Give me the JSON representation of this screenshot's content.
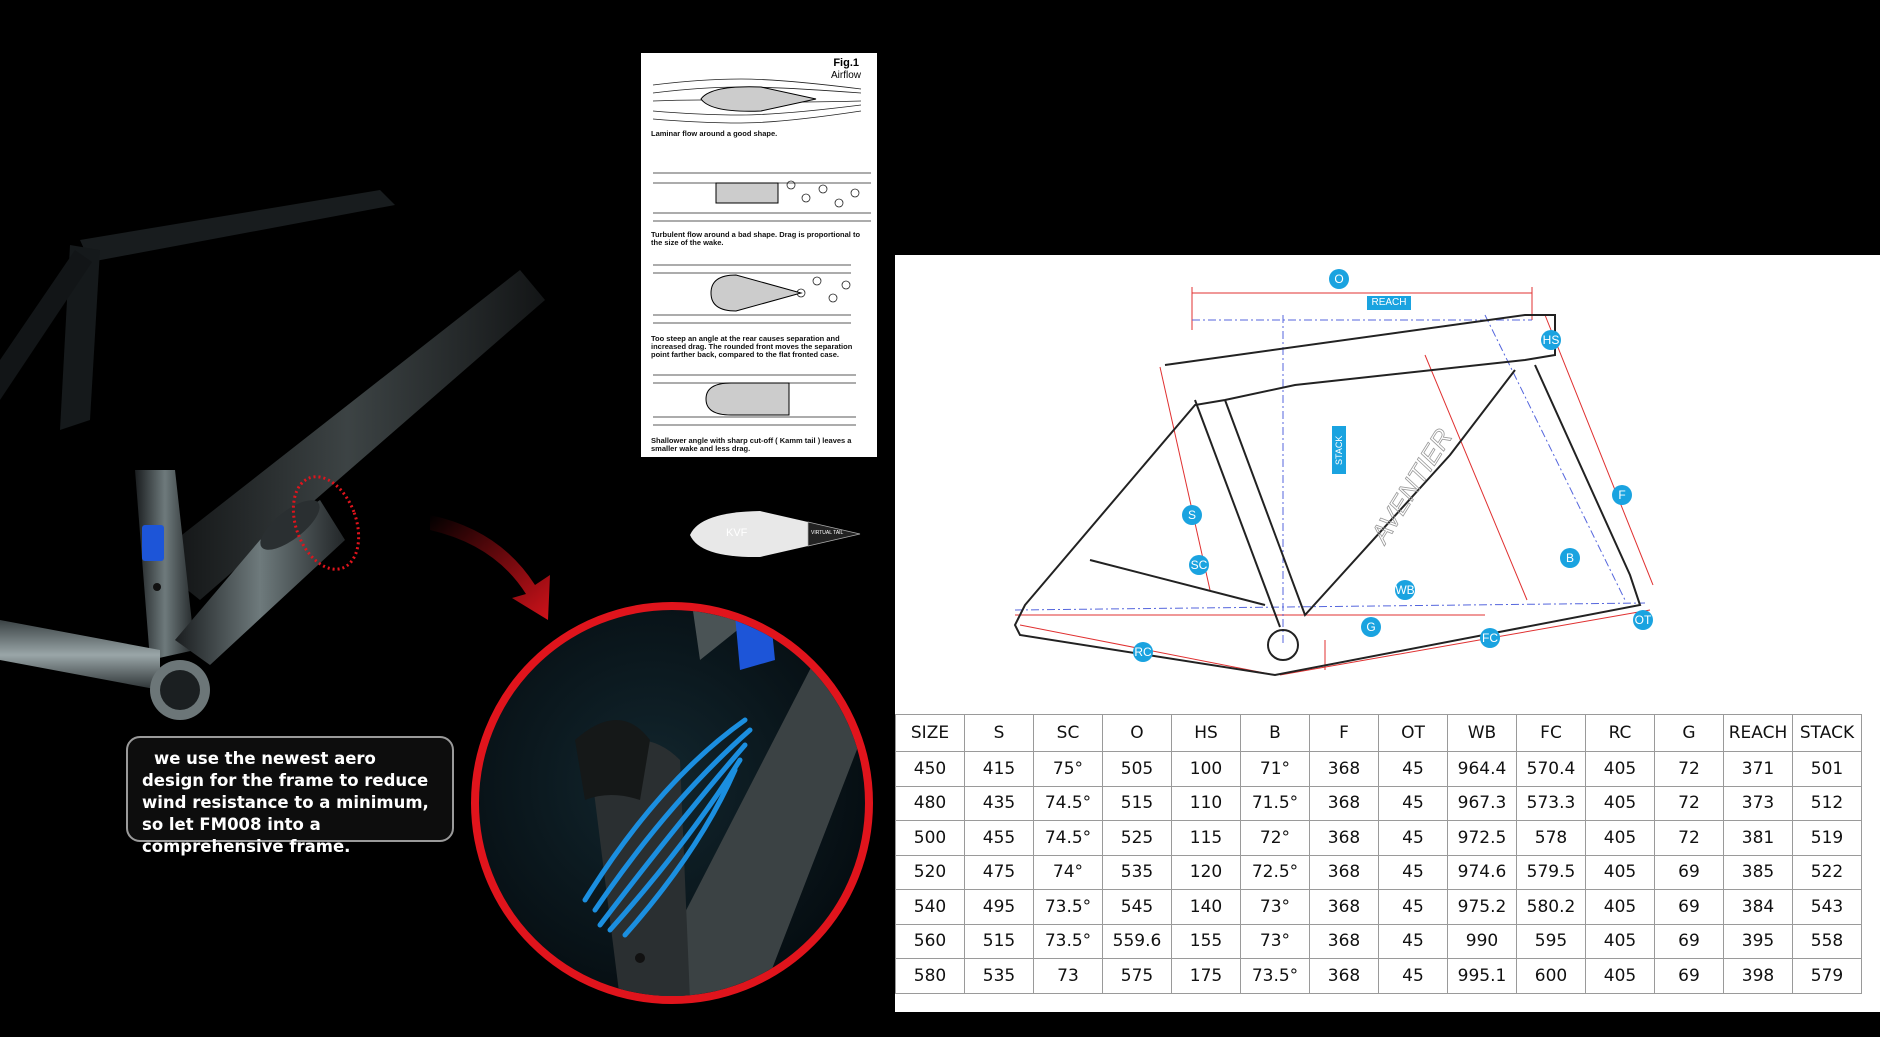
{
  "caption": {
    "text": "we use the newest aero design for the frame to reduce wind resistance to a minimum, so let FM008 into a comprehensive frame."
  },
  "airflow_figure": {
    "title": "Fig.1",
    "subtitle": "Airflow",
    "captions": [
      "Laminar flow around a good shape.",
      "Turbulent flow around a bad shape.  Drag is proportional to the size of the wake.",
      "Too steep an angle at the rear causes separation and increased drag.  The rounded front moves the separation point farther back, compared to the flat fronted case.",
      "Shallower angle with sharp cut-off ( Kamm tail ) leaves a smaller wake and less drag."
    ]
  },
  "kvf": {
    "label": "KVF",
    "tail_label": "VIRTUAL TAIL"
  },
  "diagram": {
    "labels": [
      "O",
      "REACH",
      "HS",
      "STACK",
      "F",
      "S",
      "SC",
      "B",
      "WB",
      "G",
      "OT",
      "RC",
      "FC"
    ],
    "brand": "AVENTIER"
  },
  "colors": {
    "accent": "#1aa3e0",
    "dimension_red": "#e03030",
    "dimension_blue": "#5566dd",
    "ring_red": "#e0141c",
    "cable_blue": "#1b8fe0"
  },
  "geometry_table": {
    "headers": [
      "SIZE",
      "S",
      "SC",
      "O",
      "HS",
      "B",
      "F",
      "OT",
      "WB",
      "FC",
      "RC",
      "G",
      "REACH",
      "STACK"
    ],
    "rows": [
      [
        "450",
        "415",
        "75°",
        "505",
        "100",
        "71°",
        "368",
        "45",
        "964.4",
        "570.4",
        "405",
        "72",
        "371",
        "501"
      ],
      [
        "480",
        "435",
        "74.5°",
        "515",
        "110",
        "71.5°",
        "368",
        "45",
        "967.3",
        "573.3",
        "405",
        "72",
        "373",
        "512"
      ],
      [
        "500",
        "455",
        "74.5°",
        "525",
        "115",
        "72°",
        "368",
        "45",
        "972.5",
        "578",
        "405",
        "72",
        "381",
        "519"
      ],
      [
        "520",
        "475",
        "74°",
        "535",
        "120",
        "72.5°",
        "368",
        "45",
        "974.6",
        "579.5",
        "405",
        "69",
        "385",
        "522"
      ],
      [
        "540",
        "495",
        "73.5°",
        "545",
        "140",
        "73°",
        "368",
        "45",
        "975.2",
        "580.2",
        "405",
        "69",
        "384",
        "543"
      ],
      [
        "560",
        "515",
        "73.5°",
        "559.6",
        "155",
        "73°",
        "368",
        "45",
        "990",
        "595",
        "405",
        "69",
        "395",
        "558"
      ],
      [
        "580",
        "535",
        "73",
        "575",
        "175",
        "73.5°",
        "368",
        "45",
        "995.1",
        "600",
        "405",
        "69",
        "398",
        "579"
      ]
    ]
  }
}
